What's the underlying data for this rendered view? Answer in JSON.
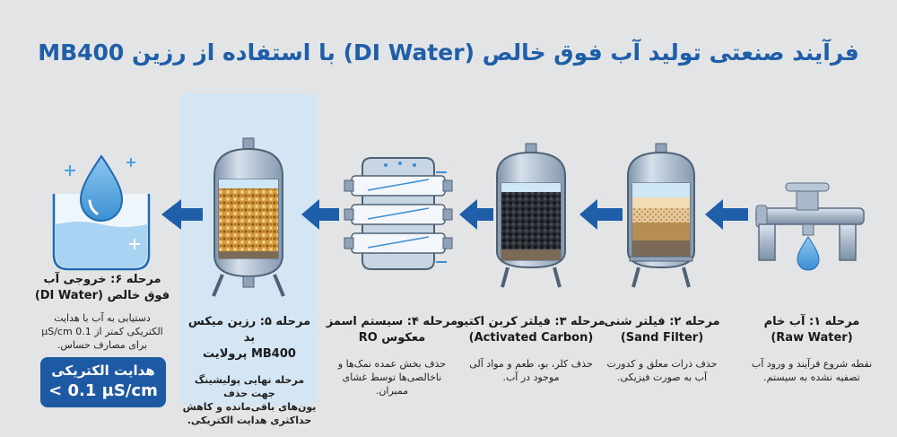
{
  "title": "فرآیند صنعتی تولید آب فوق خالص (DI Water) با استفاده از رزین MB400",
  "stages": [
    {
      "title_lines": [
        "مرحله ۱: آب خام",
        "(Raw Water)"
      ],
      "desc_lines": [
        "نقطه شروع فرآیند و ورود آب",
        "تصفیه نشده به سیستم."
      ]
    },
    {
      "title_lines": [
        "مرحله ۲: فیلتر شنی",
        "(Sand Filter)"
      ],
      "desc_lines": [
        "حذف ذرات معلق و کدورت",
        "آب به صورت فیزیکی."
      ]
    },
    {
      "title_lines": [
        "مرحله ۳: فیلتر کربن اکتیو",
        "(Activated Carbon)"
      ],
      "desc_lines": [
        "حذف کلر، بو، طعم و مواد آلی",
        "موجود در آب."
      ]
    },
    {
      "title_lines": [
        "مرحله ۴: سیستم اسمز",
        "معکوس RO"
      ],
      "desc_lines": [
        "حذف بخش عمده نمک‌ها و",
        "ناخالصی‌ها توسط غشای",
        "ممبران."
      ]
    },
    {
      "title_lines": [
        "مرحله ۵: رزین میکس بد",
        "MB400 پرولایت"
      ],
      "desc_lines": [
        "مرحله نهایی پولیشینگ جهت حذف",
        "یون‌های باقی‌مانده و کاهش",
        "حداکثری هدایت الکتریکی."
      ]
    },
    {
      "title_lines": [
        "مرحله ۶: خروجی آب",
        "فوق خالص (DI Water)"
      ],
      "desc_lines": [
        "دستیابی به آب با هدایت",
        "الکتریکی کمتر از 0.1 µS/cm",
        "برای مصارف حساس."
      ]
    }
  ],
  "badge": {
    "line1": "هدایت الکتریکی",
    "line2": "< 0.1 µS/cm"
  },
  "colors": {
    "title": "#1f5ea8",
    "arrow": "#1f5ea8",
    "badge": "#1d5aa3",
    "highlight": "#d4e6f4"
  }
}
